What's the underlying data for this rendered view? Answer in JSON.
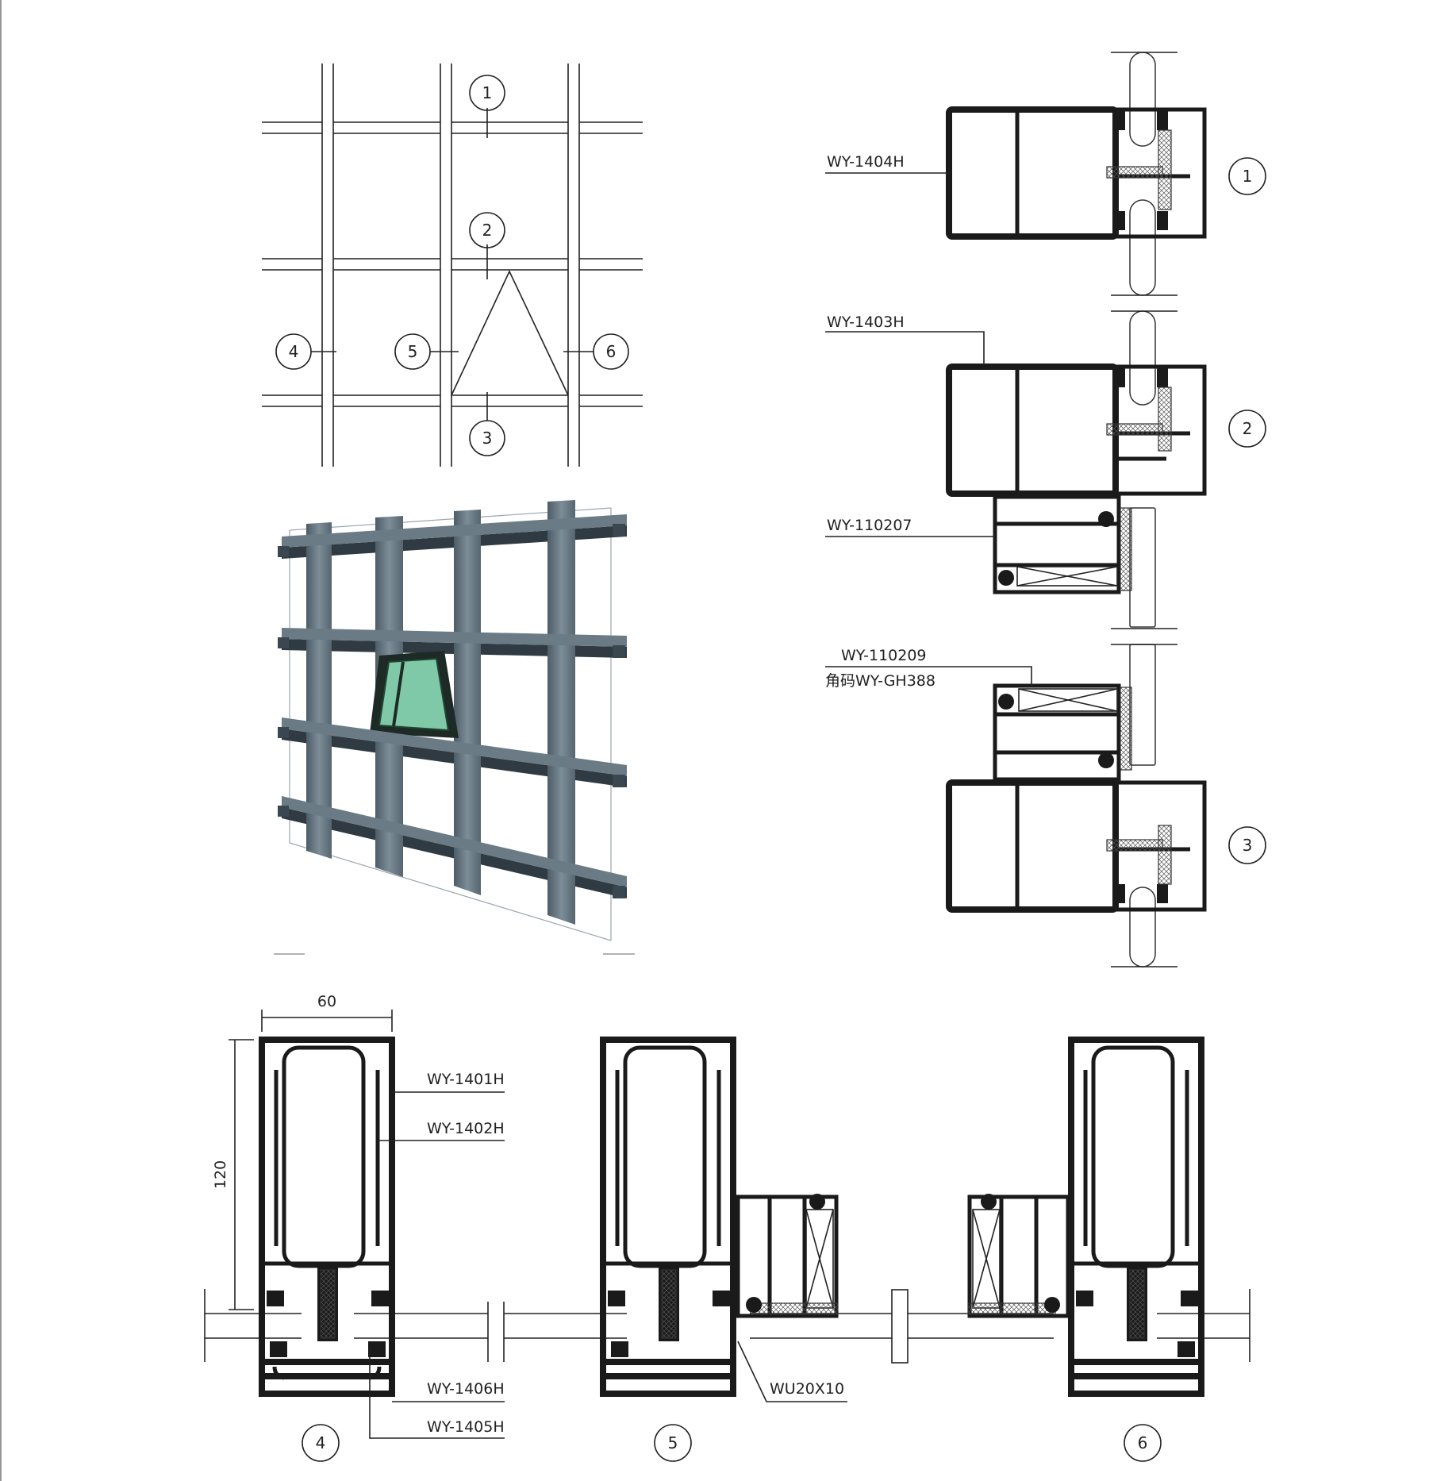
{
  "grid_markers": [
    "1",
    "2",
    "3",
    "4",
    "5",
    "6"
  ],
  "section_markers": {
    "s1": "1",
    "s2": "2",
    "s3": "3",
    "s4": "4",
    "s5": "5",
    "s6": "6"
  },
  "labels": {
    "wy1404h": "WY-1404H",
    "wy1403h": "WY-1403H",
    "wy110207": "WY-110207",
    "wy110209": "WY-110209",
    "jiaoma": "角码WY-GH388",
    "wy1401h": "WY-1401H",
    "wy1402h": "WY-1402H",
    "wy1406h": "WY-1406H",
    "wy1405h": "WY-1405H",
    "wu20x10": "WU20X10"
  },
  "dimensions": {
    "width": "60",
    "height": "120"
  },
  "colors": {
    "frame": "#5e6e78",
    "frame_light": "#7d8d97",
    "glass": "#7fc9a8",
    "line": "#1a1a1a"
  }
}
